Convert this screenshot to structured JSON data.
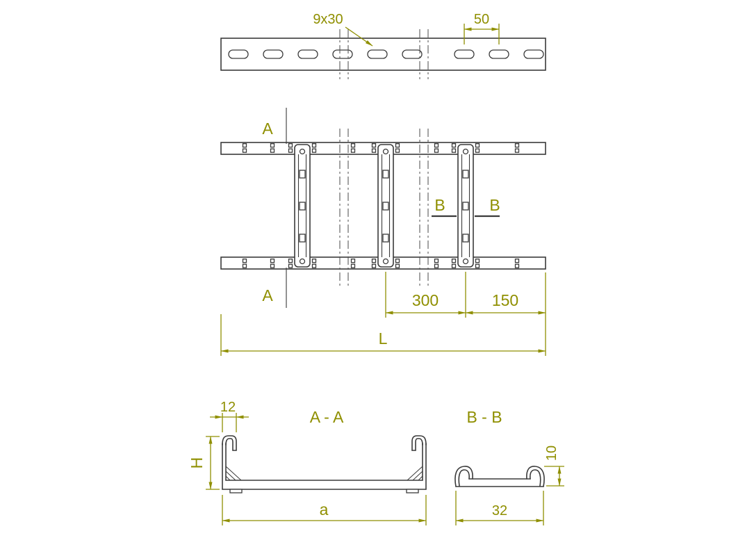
{
  "page": {
    "background": "#ffffff"
  },
  "colors": {
    "dimension": "#8f8f00",
    "outline": "#3a3a3a"
  },
  "drawing": {
    "top_view": {
      "slot_size_label": "9x30",
      "slot_pitch": "50"
    },
    "plan_view": {
      "section_a": "A",
      "section_b": "B",
      "rung_spacing": "300",
      "end_spacing": "150",
      "total_length": "L"
    },
    "section_aa": {
      "title": "A - A",
      "flange_width": "12",
      "height_label": "H",
      "width_label": "a"
    },
    "section_bb": {
      "title": "B - B",
      "curl_height": "10",
      "width_label": "32"
    }
  }
}
